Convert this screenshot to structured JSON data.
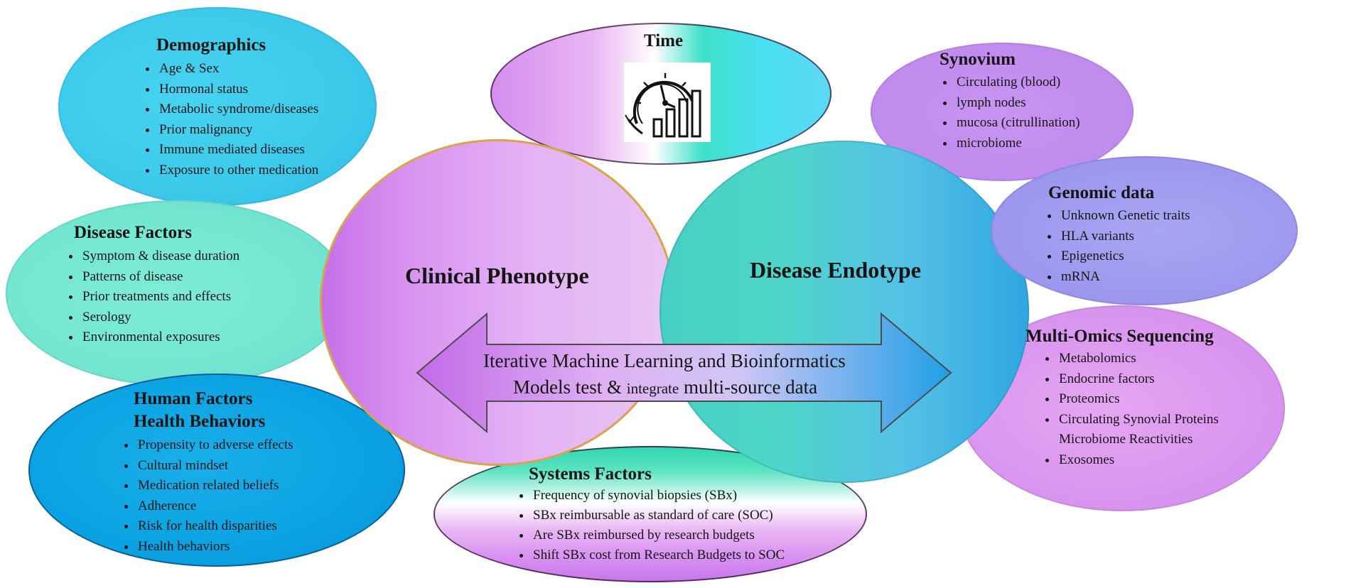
{
  "demographics": {
    "title": "Demographics",
    "items": [
      "Age & Sex",
      "Hormonal status",
      "Metabolic syndrome/diseases",
      "Prior malignancy",
      "Immune mediated diseases",
      "Exposure to other medication"
    ]
  },
  "time": {
    "title": "Time",
    "icon": "clock-with-bar-chart-icon"
  },
  "synovium": {
    "title": "Synovium",
    "items": [
      "Circulating (blood)",
      "lymph nodes",
      "mucosa (citrullination)",
      "microbiome"
    ]
  },
  "genomic": {
    "title": "Genomic data",
    "items": [
      "Unknown Genetic traits",
      "HLA variants",
      "Epigenetics",
      "mRNA"
    ]
  },
  "disease_factors": {
    "title": "Disease Factors",
    "items": [
      "Symptom & disease duration",
      "Patterns of disease",
      "Prior treatments and effects",
      "Serology",
      "Environmental exposures"
    ]
  },
  "clinical_phenotype": {
    "title": "Clinical Phenotype"
  },
  "disease_endotype": {
    "title": "Disease Endotype"
  },
  "arrow": {
    "line1": "Iterative Machine Learning and Bioinformatics",
    "line2_a": "Models test & ",
    "line2_b": "integrate",
    "line2_c": " multi-source data"
  },
  "multi_omics": {
    "title": "Multi-Omics Sequencing",
    "items": [
      "Metabolomics",
      "Endocrine factors",
      "Proteomics",
      "Circulating Synovial Proteins",
      "Microbiome Reactivities",
      "Exosomes"
    ]
  },
  "human_factors": {
    "title_line1": "Human Factors",
    "title_line2": "Health Behaviors",
    "items": [
      "Propensity to adverse effects",
      "Cultural mindset",
      "Medication related beliefs",
      "Adherence",
      "Risk for health disparities",
      "Health behaviors"
    ]
  },
  "systems_factors": {
    "title": "Systems Factors",
    "items": [
      "Frequency of synovial biopsies (SBx)",
      "SBx reimbursable as standard of care (SOC)",
      "Are SBx reimbursed by research budgets",
      "Shift SBx cost from Research Budgets to SOC"
    ]
  },
  "colors": {
    "demographics": "#3ccaeb",
    "synovium": "#c08bee",
    "genomic": "#9c97ee",
    "disease_factors": "#73e6d2",
    "multi_omics": "#da96ef",
    "human_factors": "#0aa2e2",
    "arrow_left": "#c26ae8",
    "arrow_right": "#1f9fe6",
    "clinical_border": "#d9a44a"
  }
}
